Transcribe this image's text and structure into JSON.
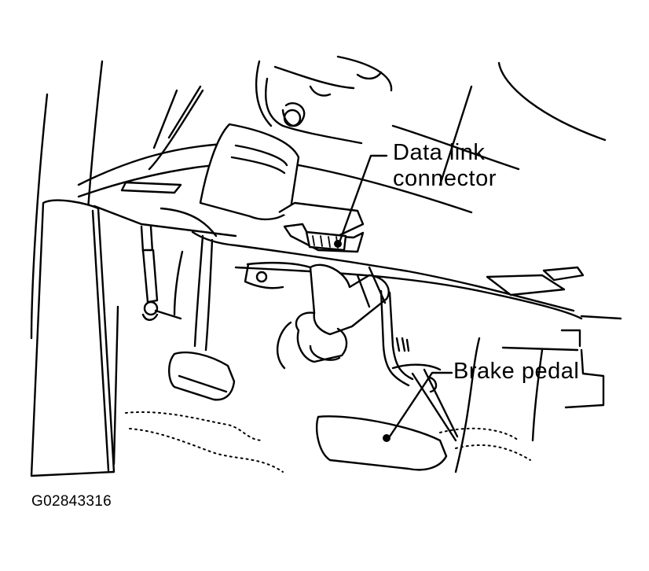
{
  "labels": {
    "data_link_connector_line1": "Data link",
    "data_link_connector_line2": "connector",
    "brake_pedal": "Brake pedal"
  },
  "figure_code": "G02843316"
}
